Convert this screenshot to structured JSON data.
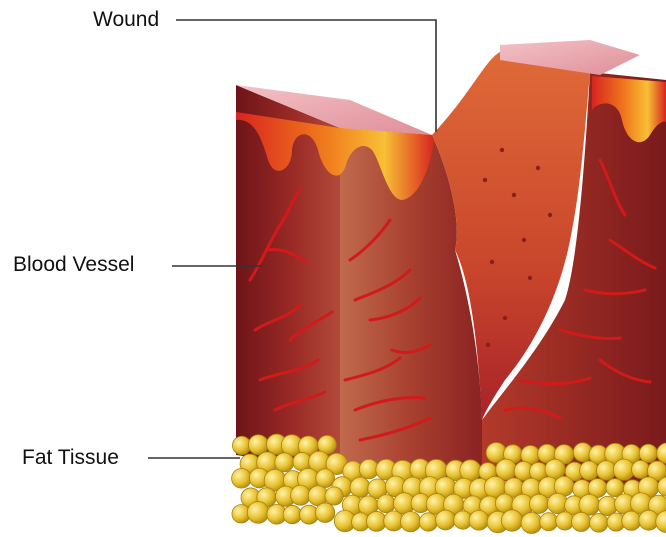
{
  "labels": {
    "wound": "Wound",
    "blood_vessel": "Blood Vessel",
    "fat_tissue": "Fat Tissue"
  },
  "colors": {
    "tissue_dark": "#6e1418",
    "tissue_mid": "#a9302a",
    "tissue_light": "#c8583f",
    "skin_top": "#e8a0a8",
    "epidermis_red": "#d8241f",
    "epidermis_orange": "#f07a1c",
    "epidermis_yellow": "#f7c035",
    "vessel": "#d21a1a",
    "fat": "#e8c12f",
    "wound_bed": "#d0532d",
    "leader_line": "#333333"
  }
}
